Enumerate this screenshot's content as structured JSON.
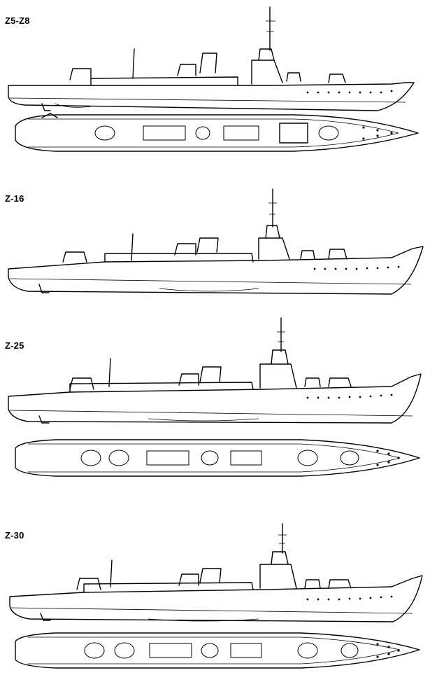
{
  "labels": {
    "z5": "Z5-Z8",
    "z16": "Z-16",
    "z25": "Z-25",
    "z30": "Z-30"
  },
  "colors": {
    "ink": "#000000",
    "paper": "#ffffff"
  }
}
